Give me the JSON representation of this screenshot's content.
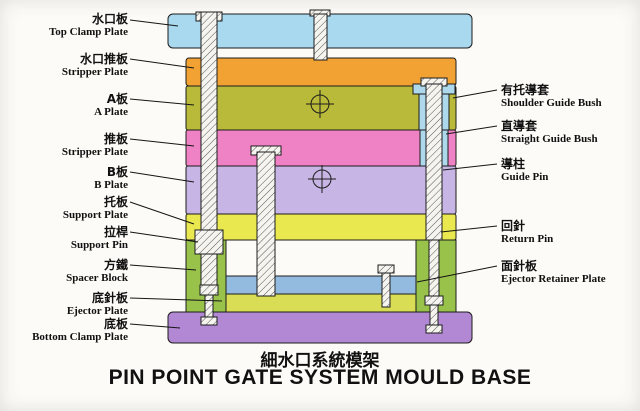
{
  "title": {
    "chinese": "細水口系統模架",
    "english": "PIN POINT GATE SYSTEM MOULD BASE"
  },
  "left_labels": [
    {
      "zh": "水口板",
      "en": "Top Clamp Plate"
    },
    {
      "zh": "水口推板",
      "en": "Stripper Plate"
    },
    {
      "zh": "A板",
      "en": "A Plate"
    },
    {
      "zh": "推板",
      "en": "Stripper Plate"
    },
    {
      "zh": "B板",
      "en": "B Plate"
    },
    {
      "zh": "托板",
      "en": "Support Plate"
    },
    {
      "zh": "拉桿",
      "en": "Support Pin"
    },
    {
      "zh": "方鐵",
      "en": "Spacer Block"
    },
    {
      "zh": "底針板",
      "en": "Ejector Plate"
    },
    {
      "zh": "底板",
      "en": "Bottom Clamp Plate"
    }
  ],
  "right_labels": [
    {
      "zh": "有托導套",
      "en": "Shoulder Guide Bush"
    },
    {
      "zh": "直導套",
      "en": "Straight Guide Bush"
    },
    {
      "zh": "導柱",
      "en": "Guide Pin"
    },
    {
      "zh": "回針",
      "en": "Return Pin"
    },
    {
      "zh": "面針板",
      "en": "Ejector Retainer Plate"
    }
  ],
  "colors": {
    "top_clamp_plate": "#a9d9ee",
    "stripper_plate_upper": "#f2a233",
    "a_plate": "#b9ba3a",
    "stripper_plate_lower": "#ef82c4",
    "b_plate": "#c7b6e5",
    "support_plate": "#eae84f",
    "spacer_block": "#98c24a",
    "ejector_retainer_plate": "#93bbdf",
    "ejector_plate": "#d9dc55",
    "bottom_clamp_plate": "#b287d4",
    "guide_bush": "#aed8ec"
  }
}
